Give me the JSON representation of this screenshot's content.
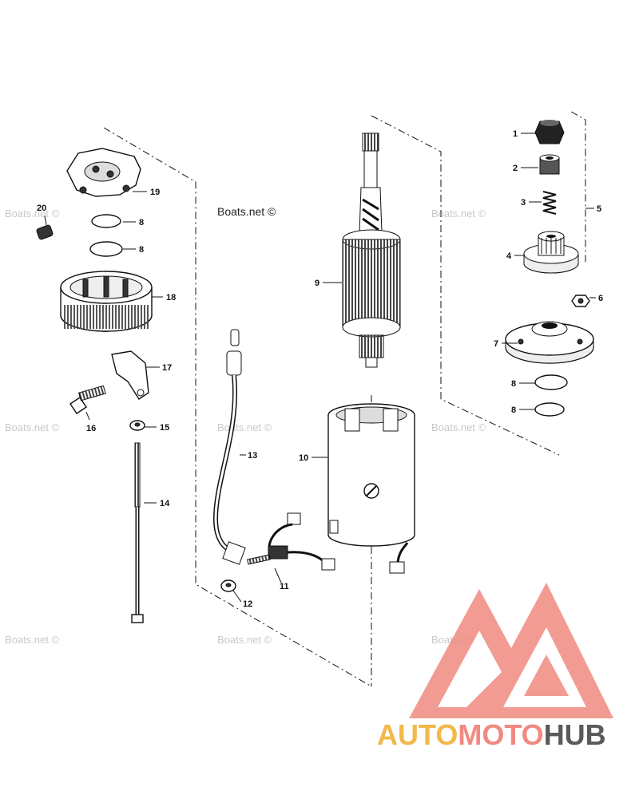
{
  "watermark": {
    "center_text": "Boats.net ©",
    "faint_text": "Boats.net ©"
  },
  "logo": {
    "part_auto": "AUTO",
    "part_moto": "MOTO",
    "part_hub": "HUB",
    "colors": {
      "triangle": "#f08a80",
      "auto": "#f2b84b",
      "moto": "#f08a80",
      "hub": "#5a5a5a"
    }
  },
  "callouts": {
    "c1": "1",
    "c2": "2",
    "c3": "3",
    "c4": "4",
    "c5": "5",
    "c6": "6",
    "c7": "7",
    "c8a": "8",
    "c8b": "8",
    "c8c": "8",
    "c8d": "8",
    "c9": "9",
    "c10": "10",
    "c11": "11",
    "c12": "12",
    "c13": "13",
    "c14": "14",
    "c15": "15",
    "c16": "16",
    "c17": "17",
    "c18": "18",
    "c19": "19",
    "c20": "20"
  }
}
